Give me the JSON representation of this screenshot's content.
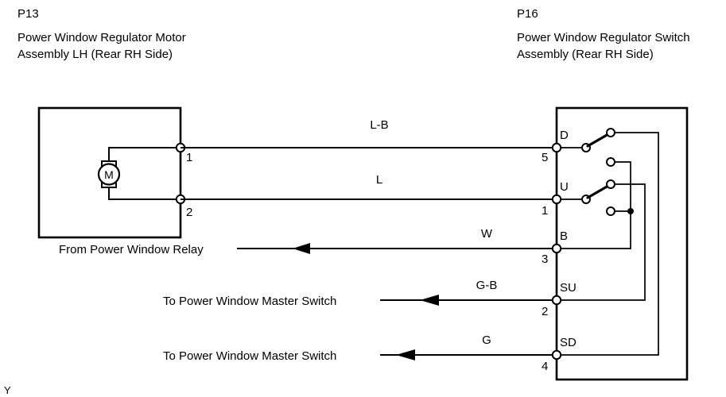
{
  "diagram": {
    "title_left": {
      "code": "P13",
      "lines": [
        "Power Window Regulator Motor",
        "Assembly LH (Rear RH Side)"
      ]
    },
    "title_right": {
      "code": "P16",
      "lines": [
        "Power Window Regulator Switch",
        "Assembly (Rear RH Side)"
      ]
    },
    "corner_mark": "Y",
    "motor": {
      "symbol": "M",
      "terminals": [
        {
          "number": "1"
        },
        {
          "number": "2"
        }
      ]
    },
    "switch_terminals": [
      {
        "label": "D",
        "number": "5"
      },
      {
        "label": "U",
        "number": "1"
      },
      {
        "label": "B",
        "number": "3"
      },
      {
        "label": "SU",
        "number": "2"
      },
      {
        "label": "SD",
        "number": "4"
      }
    ],
    "wires": [
      {
        "label": "L-B",
        "from": "motor-1",
        "to": "switch-D"
      },
      {
        "label": "L",
        "from": "motor-2",
        "to": "switch-U"
      },
      {
        "label": "W",
        "from": "From Power Window Relay",
        "to": "switch-B"
      },
      {
        "label": "G-B",
        "from": "switch-SU",
        "to": "To Power Window Master Switch"
      },
      {
        "label": "G",
        "from": "switch-SD",
        "to": "To Power Window Master Switch"
      }
    ],
    "flow_labels": [
      {
        "text": "From Power Window Relay",
        "direction": "right"
      },
      {
        "text": "To Power Window Master Switch",
        "direction": "left"
      },
      {
        "text": "To Power Window Master Switch",
        "direction": "left"
      }
    ],
    "colors": {
      "line": "#000000",
      "background": "#ffffff",
      "terminal_fill": "#ffffff"
    }
  }
}
